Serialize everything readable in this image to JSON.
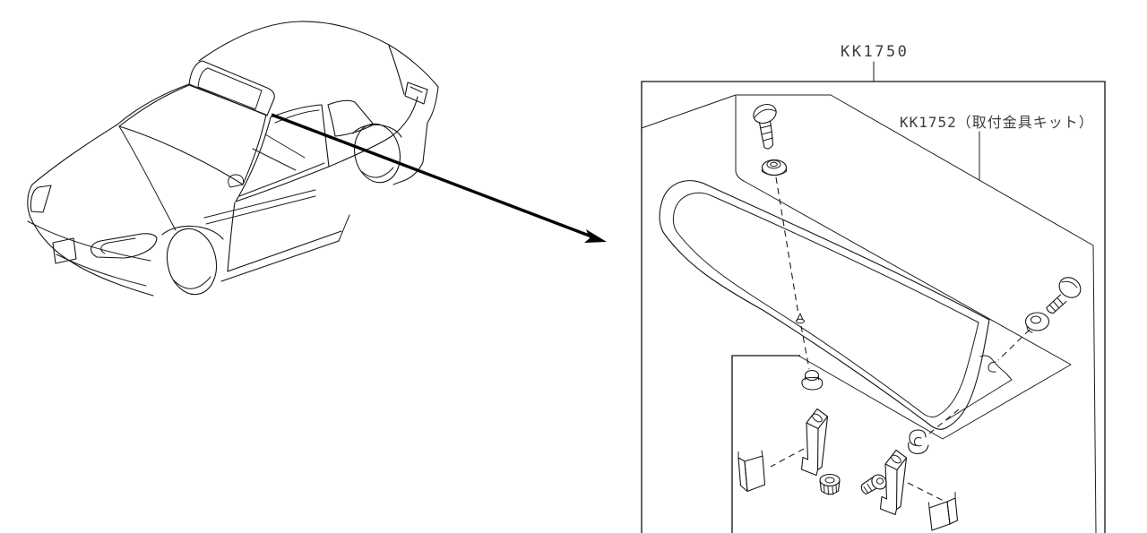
{
  "diagram": {
    "type": "parts-installation-diagram",
    "labels": {
      "main_part": "KK1750",
      "kit_part": "KK1752（取付金具キット）"
    },
    "colors": {
      "line": "#161616",
      "label_text": "#3c3c3c",
      "background": "#ffffff"
    }
  }
}
